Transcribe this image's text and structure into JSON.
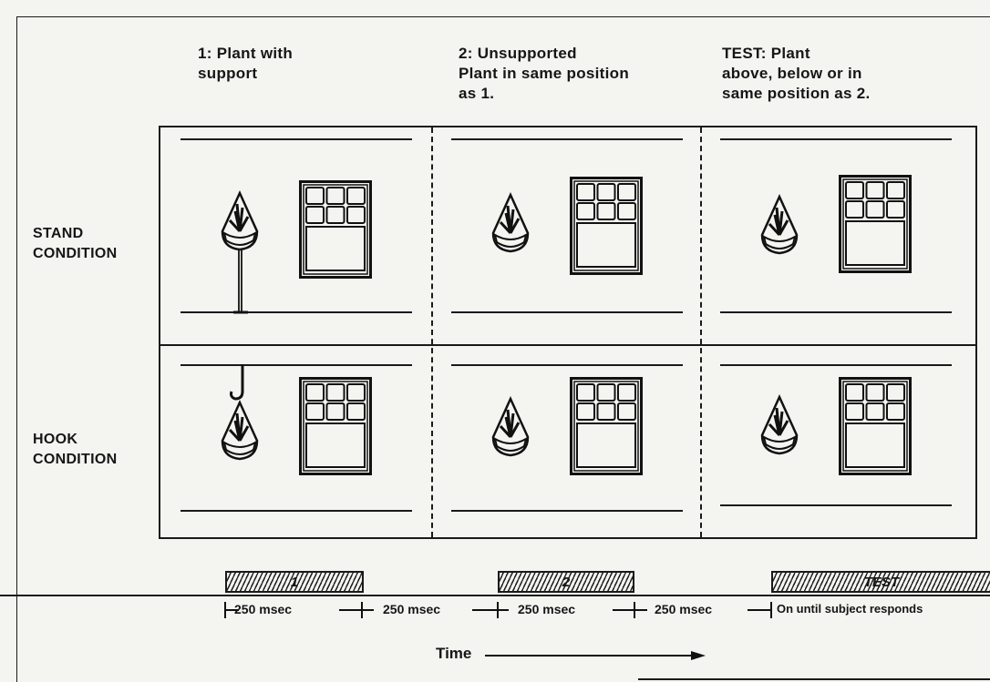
{
  "columns": [
    {
      "line1": "1: Plant with",
      "line2": "support",
      "line3": ""
    },
    {
      "line1": "2: Unsupported",
      "line2": "Plant in same position",
      "line3": "as 1."
    },
    {
      "line1": "TEST: Plant",
      "line2": "above, below or in",
      "line3": "same position as 2."
    }
  ],
  "rows": [
    {
      "line1": "STAND",
      "line2": "CONDITION"
    },
    {
      "line1": "HOOK",
      "line2": "CONDITION"
    }
  ],
  "timeline": {
    "slots": [
      "1",
      "2",
      "TEST"
    ],
    "durations": [
      "250 msec",
      "250 msec",
      "250 msec",
      "250 msec",
      "On until subject responds"
    ],
    "axis_label": "Time"
  }
}
